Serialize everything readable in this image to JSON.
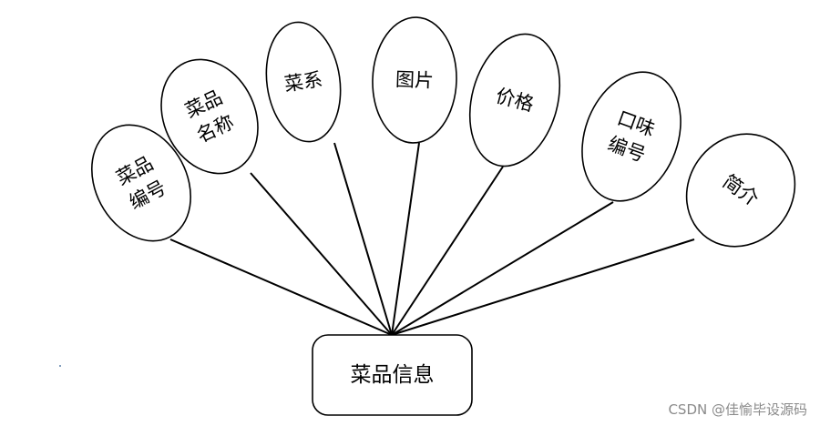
{
  "entity": {
    "label": "菜品信息"
  },
  "attributes": [
    {
      "id": "dish-number",
      "lines": [
        "菜品",
        "编号"
      ]
    },
    {
      "id": "dish-name",
      "lines": [
        "菜品",
        "名称"
      ]
    },
    {
      "id": "cuisine",
      "lines": [
        "菜系"
      ]
    },
    {
      "id": "picture",
      "lines": [
        "图片"
      ]
    },
    {
      "id": "price",
      "lines": [
        "价格"
      ]
    },
    {
      "id": "flavor-number",
      "lines": [
        "口味",
        "编号"
      ]
    },
    {
      "id": "intro",
      "lines": [
        "简介"
      ]
    }
  ],
  "watermark": "CSDN @佳愉毕设源码"
}
